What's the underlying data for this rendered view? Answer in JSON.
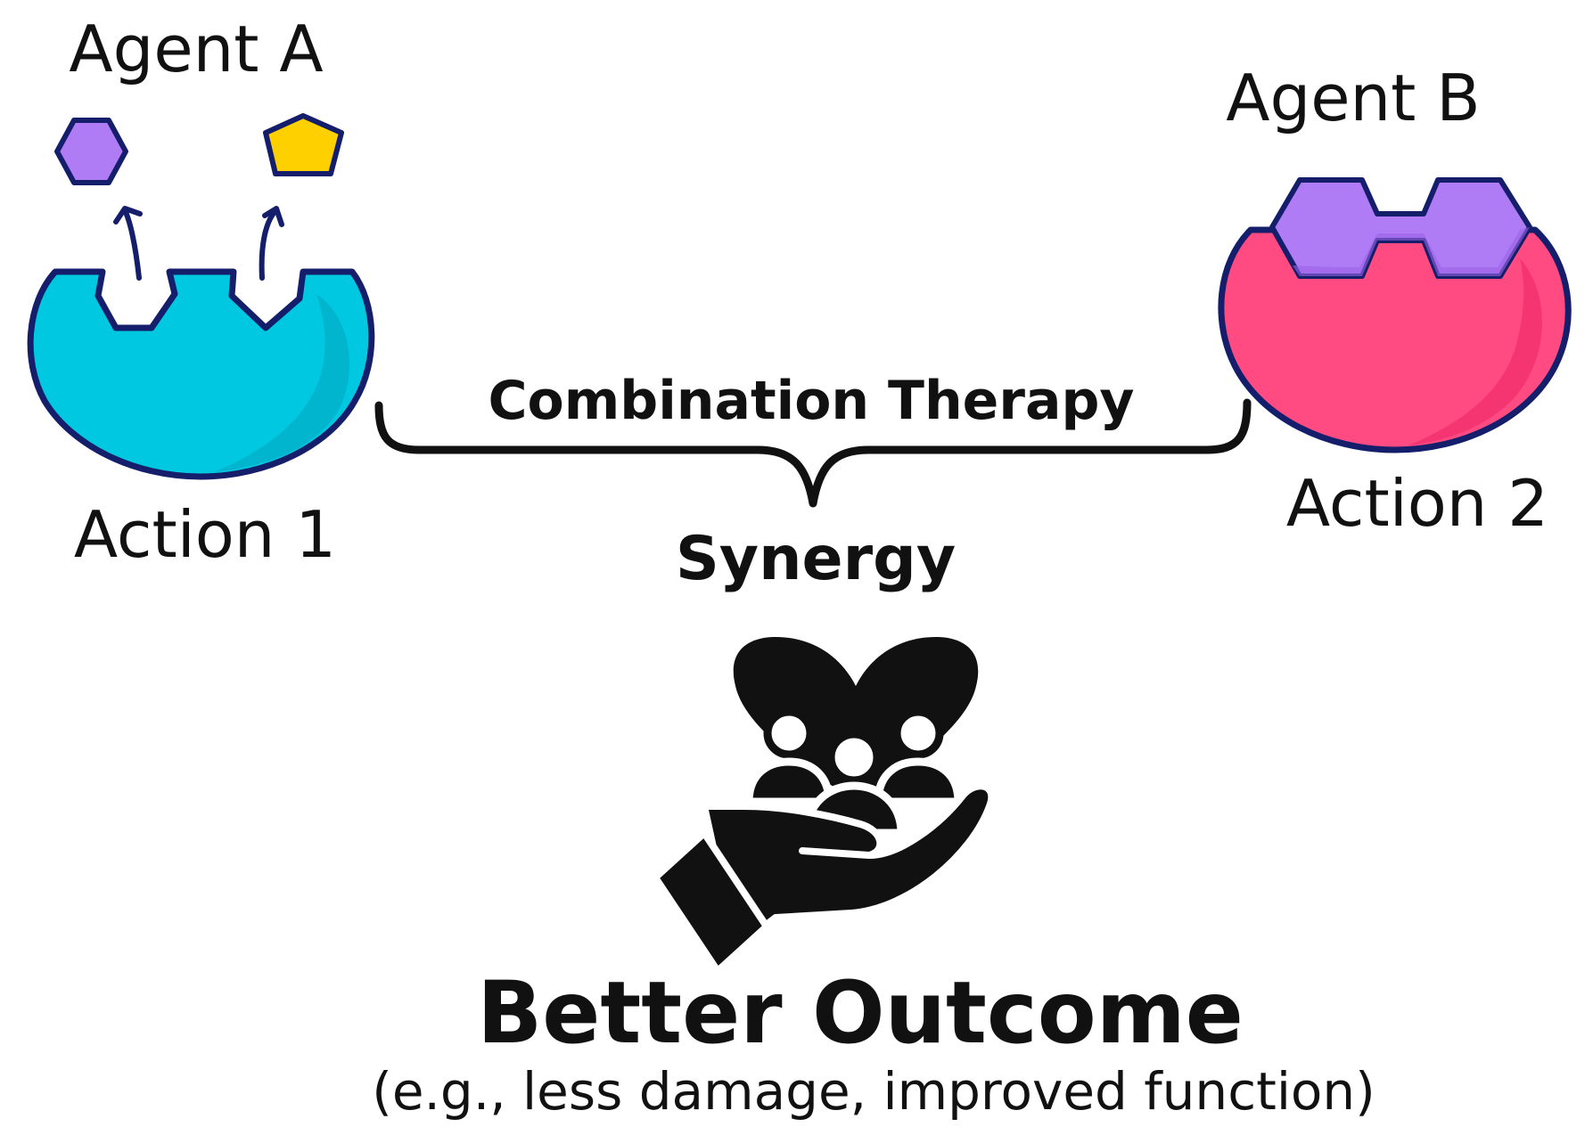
{
  "agents": {
    "a_label": "Agent A",
    "b_label": "Agent B"
  },
  "actions": {
    "one": "Action 1",
    "two": "Action 2"
  },
  "therapy": {
    "label": "Combination Therapy",
    "synergy": "Synergy"
  },
  "outcome": {
    "title": "Better Outcome",
    "subtitle": "(e.g., less damage, improved function)"
  },
  "colors": {
    "cyan_receptor": "#00C8E0",
    "cyan_shade": "#00B2CB",
    "pink_receptor": "#FF4A82",
    "pink_shade": "#F4336F",
    "purple_agent": "#B07CF6",
    "yellow_agent": "#FFD000",
    "outline": "#151E6B",
    "ink": "#111111"
  },
  "icons": [
    "hexagon-icon",
    "pentagon-icon",
    "curved-arrow-icon",
    "heart-hand-people-icon"
  ]
}
